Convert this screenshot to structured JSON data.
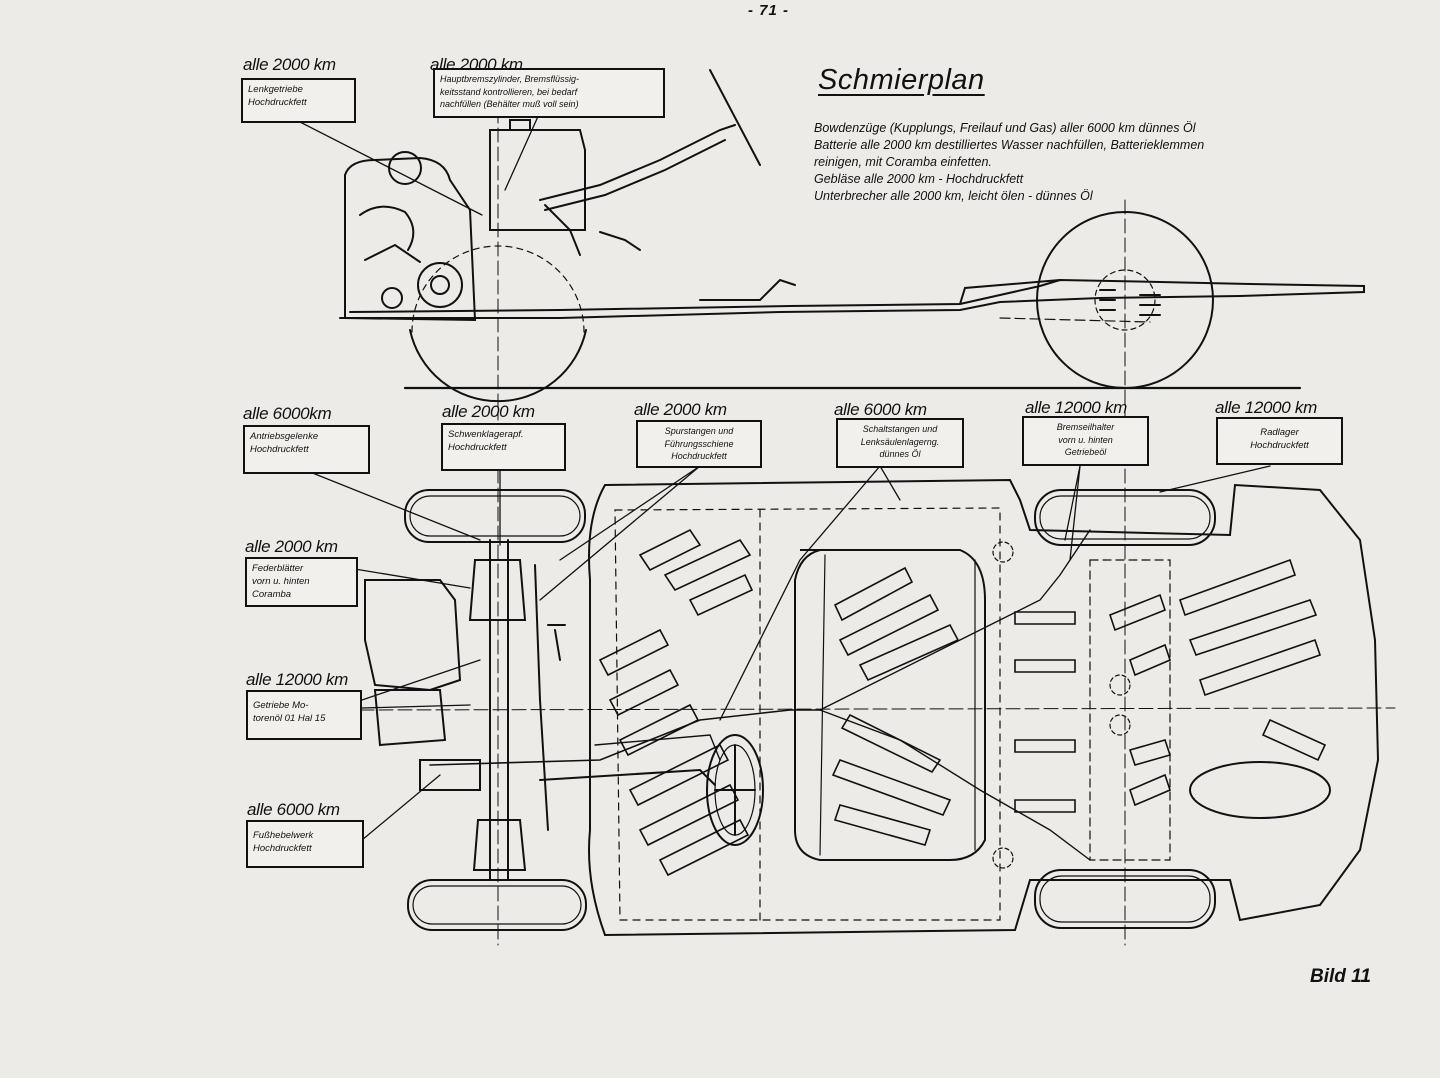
{
  "page_number": "- 71 -",
  "title": "Schmierplan",
  "notes": [
    "Bowdenzüge (Kupplungs, Freilauf und Gas) aller 6000 km dünnes Öl",
    "Batterie alle 2000 km destilliertes Wasser nachfüllen, Batterieklemmen",
    "reinigen, mit Coramba einfetten.",
    "Gebläse alle 2000 km - Hochdruckfett",
    "Unterbrecher alle 2000 km, leicht ölen - dünnes Öl"
  ],
  "labels": {
    "steering_gear": {
      "interval": "alle 2000 km",
      "text": "Lenkgetriebe\nHochdruckfett"
    },
    "master_cylinder": {
      "interval": "alle 2000 km",
      "text": "Hauptbremszylinder, Bremsflüssig-\nkeitsstand kontrollieren, bei bedarf\nnachfüllen (Behälter muß voll sein)"
    },
    "drive_joints": {
      "interval": "alle 6000km",
      "text": "Antriebsgelenke\nHochdruckfett"
    },
    "swing_bearing": {
      "interval": "alle 2000 km",
      "text": "Schwenklagerapf.\nHochdruckfett"
    },
    "track_rods": {
      "interval": "alle 2000 km",
      "text": "Spurstangen und\nFührungsschiene\nHochdruckfett"
    },
    "shift_rods": {
      "interval": "alle 6000 km",
      "text": "Schaltstangen und\nLenksäulenlagerng.\ndünnes Öl"
    },
    "brake_cable": {
      "interval": "alle 12000 km",
      "text": "Bremseilhalter\nvorn u. hinten\nGetriebeöl"
    },
    "wheel_bearing": {
      "interval": "alle 12000 km",
      "text": "Radlager\nHochdruckfett"
    },
    "leaf_springs": {
      "interval": "alle 2000 km",
      "text": "Federblätter\nvorn u. hinten\nCoramba"
    },
    "gearbox": {
      "interval": "alle 12000 km",
      "text": "Getriebe Mo-\ntorenöl 01 Hal 15"
    },
    "pedal_assembly": {
      "interval": "alle 6000 km",
      "text": "Fußhebelwerk\nHochdruckfett"
    }
  },
  "figure_label": "Bild 11"
}
